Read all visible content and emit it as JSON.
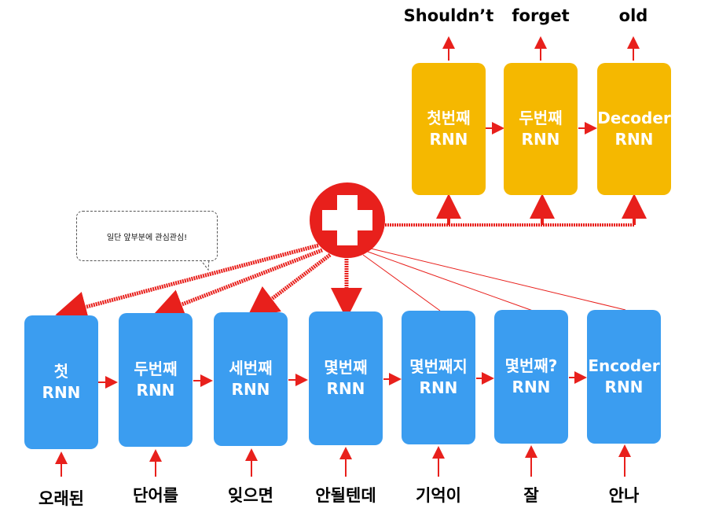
{
  "encoder": [
    {
      "line1": "첫",
      "line2": "RNN",
      "input": "오래된"
    },
    {
      "line1": "두번째",
      "line2": "RNN",
      "input": "단어를"
    },
    {
      "line1": "세번째",
      "line2": "RNN",
      "input": "잊으면"
    },
    {
      "line1": "몇번째",
      "line2": "RNN",
      "input": "안될텐데"
    },
    {
      "line1": "몇번째지",
      "line2": "RNN",
      "input": "기억이"
    },
    {
      "line1": "몇번째?",
      "line2": "RNN",
      "input": "잘"
    },
    {
      "line1": "Encoder",
      "line2": "RNN",
      "input": "안나"
    }
  ],
  "decoder": [
    {
      "line1": "첫번째",
      "line2": "RNN",
      "output": "Shouldn’t"
    },
    {
      "line1": "두번째",
      "line2": "RNN",
      "output": "forget"
    },
    {
      "line1": "Decoder",
      "line2": "RNN",
      "output": "old"
    }
  ],
  "callout": {
    "text": "일단 앞부분에 관심관심!"
  },
  "attention_symbol": "red-cross-circle-icon",
  "colors": {
    "encoder": "#3b9df0",
    "decoder": "#f5b800",
    "attention": "#e8201c"
  }
}
